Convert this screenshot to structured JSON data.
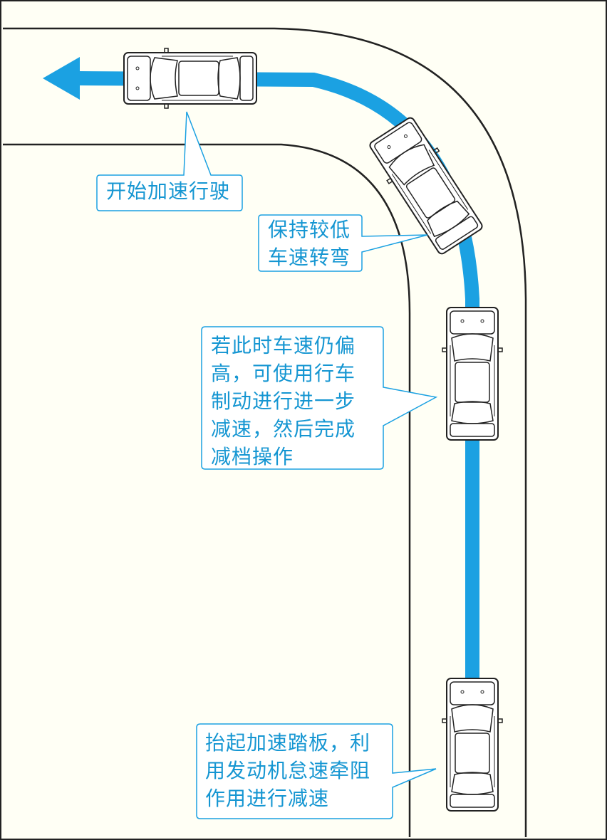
{
  "callouts": {
    "start_accelerating": "开始加速行驶",
    "keep_low_speed": "保持较低\n车速转弯",
    "brake_if_fast": "若此时车速仍偏\n高，可使用行车\n制动进行进一步\n减速，然后完成\n减档操作",
    "engine_braking": "抬起加速踏板，利\n用发动机怠速牵阻\n作用进行减速"
  },
  "colors": {
    "background": "#fffff5",
    "path": "#1ba1e2",
    "callout_text": "#1596d2",
    "outline": "#222222"
  },
  "icons": {
    "vehicle": "car-top-view-icon",
    "direction": "arrow-left-icon"
  }
}
